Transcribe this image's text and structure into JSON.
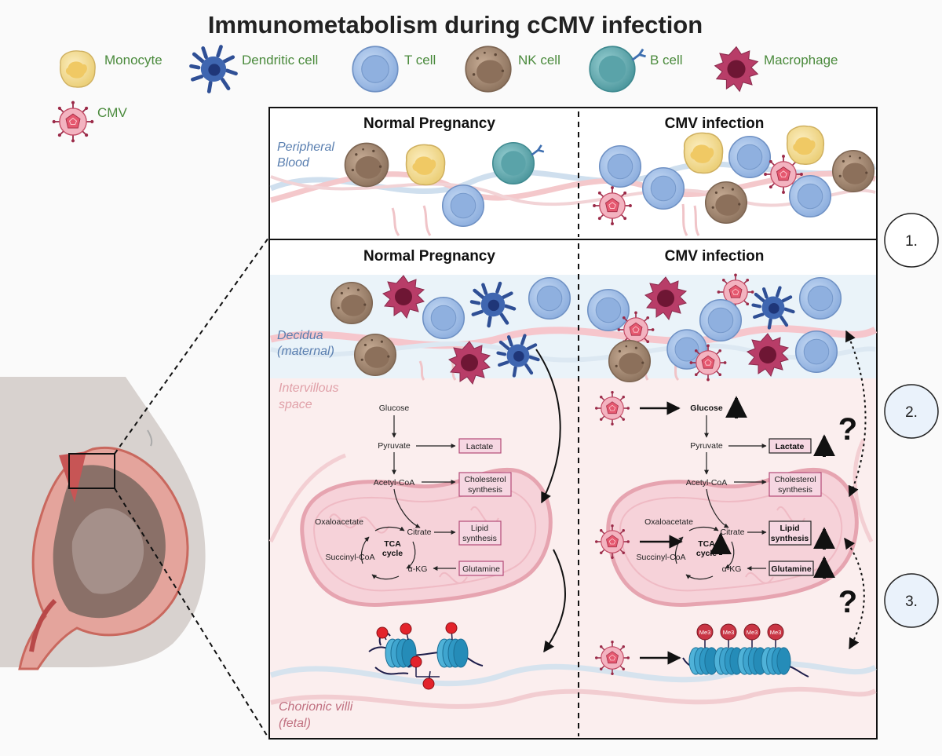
{
  "title": "Immunometabolism during cCMV infection",
  "legend": [
    {
      "key": "monocyte",
      "label": "Monocyte"
    },
    {
      "key": "dendritic",
      "label": "Dendritic cell"
    },
    {
      "key": "tcell",
      "label": "T cell"
    },
    {
      "key": "nk",
      "label": "NK cell"
    },
    {
      "key": "bcell",
      "label": "B cell"
    },
    {
      "key": "macrophage",
      "label": "Macrophage"
    },
    {
      "key": "cmv",
      "label": "CMV"
    }
  ],
  "panels": {
    "normal": "Normal Pregnancy",
    "cmv": "CMV infection"
  },
  "regions": {
    "peripheral": [
      "Peripheral",
      "Blood"
    ],
    "decidua": [
      "Decidua",
      "(maternal)"
    ],
    "intervillous": [
      "Intervillous",
      "space"
    ],
    "villi": [
      "Chorionic villi",
      "(fetal)"
    ]
  },
  "metabolites": {
    "glucose": "Glucose",
    "pyruvate": "Pyruvate",
    "lactate": "Lactate",
    "acetyl_coa": "Acetyl-CoA",
    "cholesterol": [
      "Cholesterol",
      "synthesis"
    ],
    "oxaloacetate": "Oxaloacetate",
    "citrate": "Citrate",
    "tca": [
      "TCA",
      "cycle"
    ],
    "lipid": [
      "Lipid",
      "synthesis"
    ],
    "succinyl_coa": "Succinyl-CoA",
    "akg": "α-KG",
    "glutamine": "Glutamine"
  },
  "histone_mark": "Me3",
  "steps": [
    "1.",
    "2.",
    "3."
  ],
  "question_mark": "?",
  "colors": {
    "monocyte": "#f5dc8e",
    "dendritic": "#3f66b0",
    "tcell": "#a9c6ec",
    "nk": "#b0927a",
    "bcell": "#6fb5bb",
    "macrophage": "#b83d68",
    "cmv": "#e07a8e",
    "metBox": "#f6d7e2",
    "metBorder": "#b34a77"
  }
}
